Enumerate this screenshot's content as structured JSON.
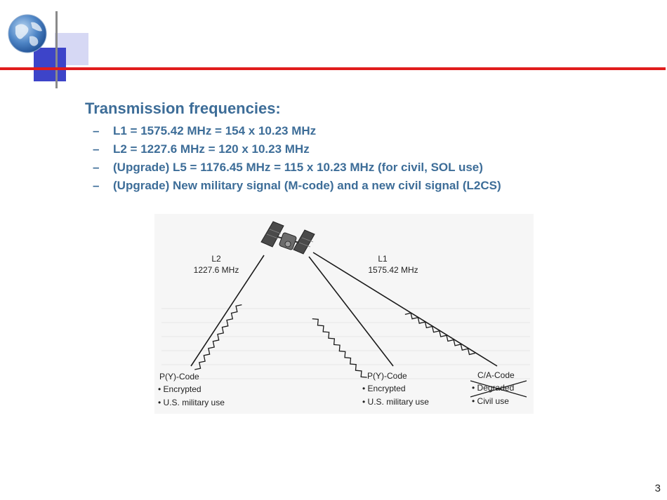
{
  "slide": {
    "heading": "Transmission frequencies:",
    "bullet_marker": "–",
    "bullets": [
      "L1 = 1575.42 MHz = 154 x 10.23 MHz",
      "L2 = 1227.6 MHz = 120 x 10.23 MHz",
      "(Upgrade) L5 = 1176.45 MHz = 115 x 10.23 MHz  (for civil, SOL use)",
      "(Upgrade) New military signal (M-code) and a new civil signal (L2CS)"
    ],
    "page_number": "3",
    "accent_color": "#e01c1c",
    "text_color": "#3d6d98"
  },
  "diagram": {
    "l2": {
      "name": "L2",
      "freq": "1227.6 MHz"
    },
    "l1": {
      "name": "L1",
      "freq": "1575.42 MHz"
    },
    "left_code": {
      "title": "P(Y)-Code",
      "items": [
        "• Encrypted",
        "• U.S. military use"
      ]
    },
    "middle_code": {
      "title": "P(Y)-Code",
      "items": [
        "• Encrypted",
        "• U.S. military use"
      ]
    },
    "right_code": {
      "title": "C/A-Code",
      "items": [
        "• Degraded",
        "• Civil use"
      ]
    }
  }
}
